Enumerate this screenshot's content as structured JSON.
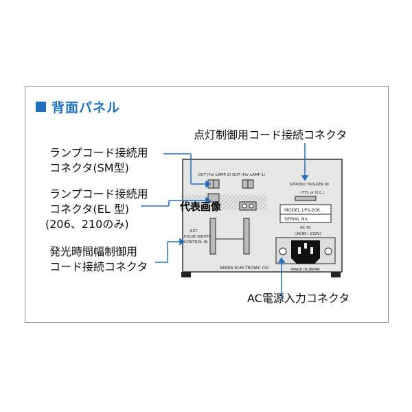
{
  "heading": "背面パネル",
  "labels": {
    "lamp_cord_sm_line1": "ランプコード接続用",
    "lamp_cord_sm_line2": "コネクタ(SM型)",
    "lamp_cord_el_line1": "ランプコード接続用",
    "lamp_cord_el_line2": "コネクタ(EL 型)",
    "lamp_cord_el_line3": "(206、210のみ)",
    "pulse_width_line1": "発光時間幅制御用",
    "pulse_width_line2": "コード接続コネクタ",
    "lighting_control": "点灯制御用コード接続コネクタ",
    "ac_power": "AC電源入力コネクタ"
  },
  "panel": {
    "out_lamp2": "OUT (For LAMP 2)",
    "out_lamp1": "OUT (For LAMP 1)",
    "strobo_trigger": "STROBO TRIGGER IN",
    "ttl_dc": "(TTL or D.C.)",
    "model": "MODEL  LPS-206",
    "serial": "SERIAL No.",
    "ac_in": "AC IN",
    "ac_range": "(AC85~132V)",
    "ext_line1": "EXT.",
    "ext_line2": "PULSE WIDTH",
    "ext_line3": "CONTROL IN",
    "maker": "NISSIN ELECTRONIC CO.",
    "made_in": "MADE IN JAPAN"
  },
  "watermark": "代表画像",
  "colors": {
    "accent": "#1f6fbf",
    "frame": "#8a8a8a",
    "panel_fill": "#e6e6e6"
  }
}
